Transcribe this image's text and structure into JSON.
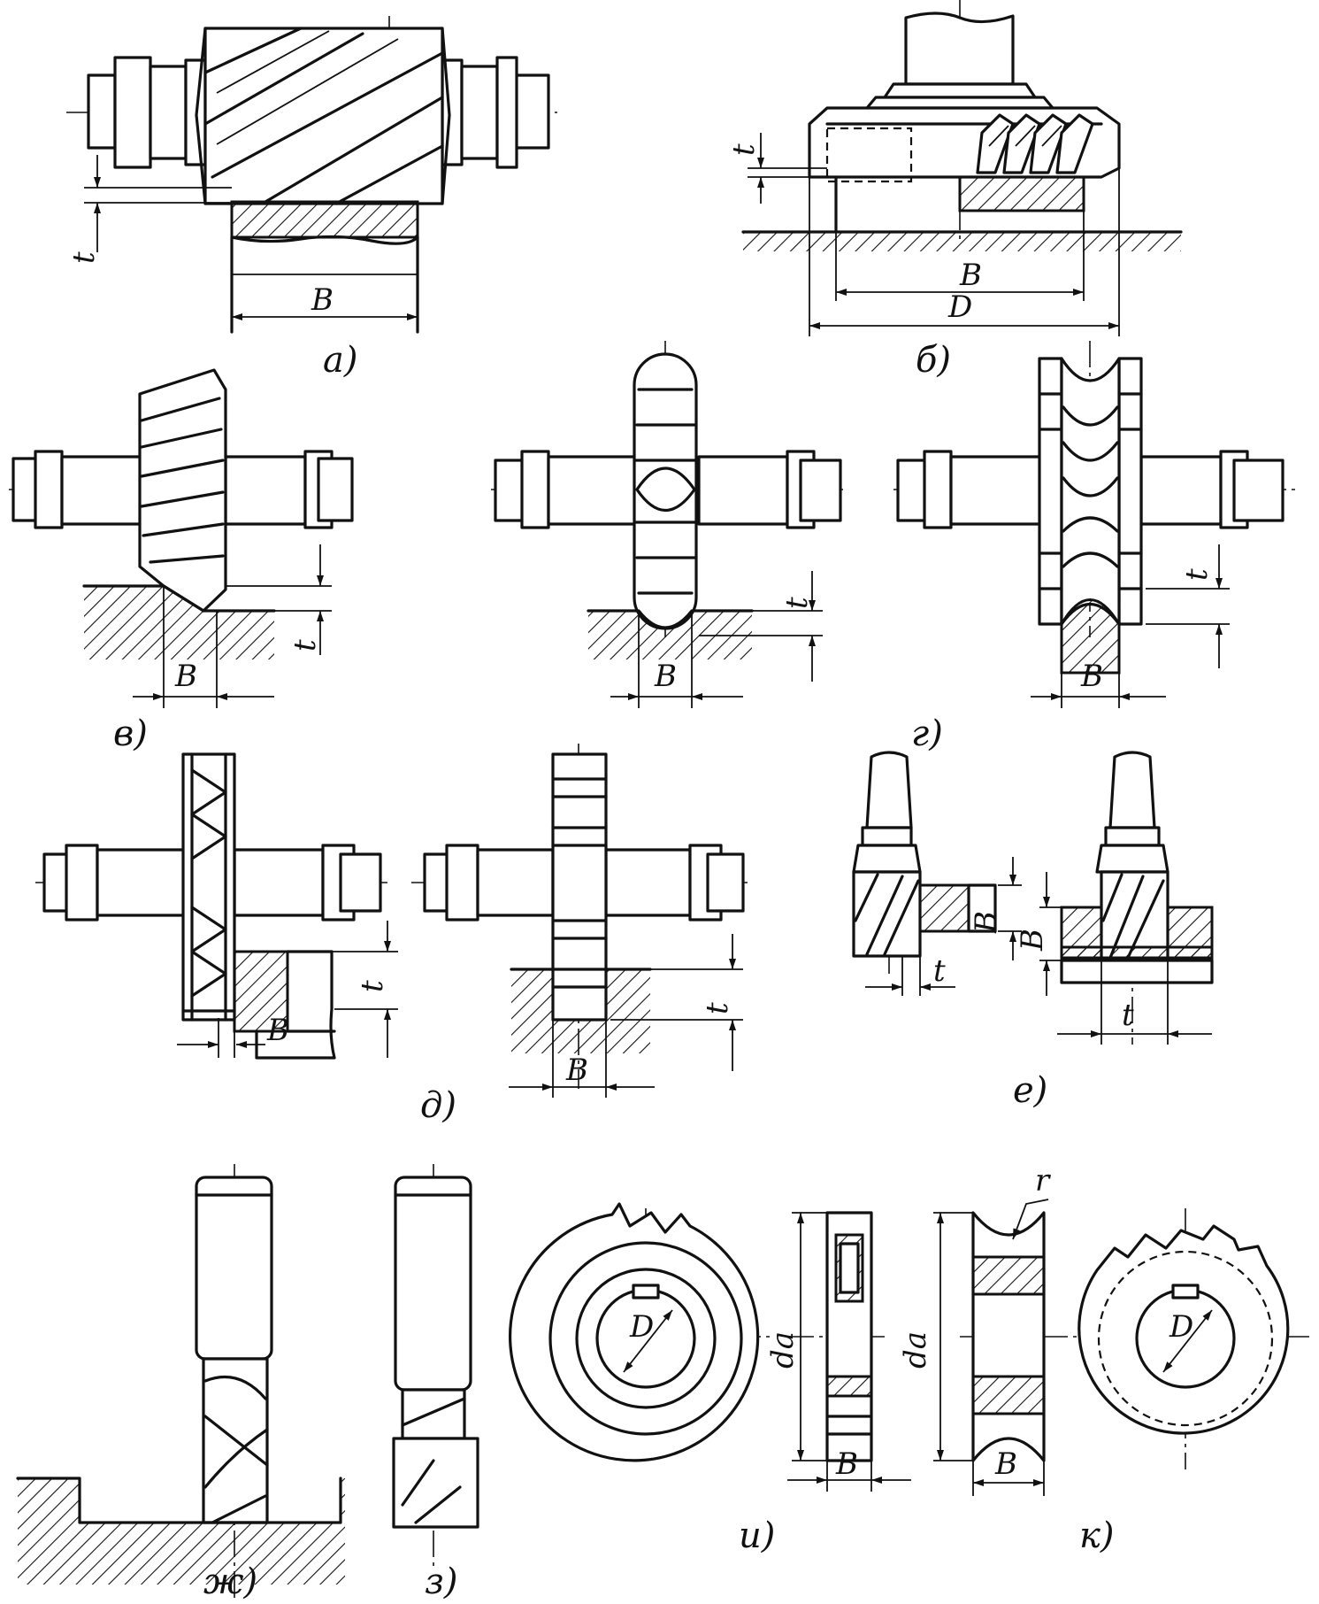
{
  "figures": {
    "a": {
      "caption": "а)",
      "dim_depth": "t",
      "dim_width": "B"
    },
    "b": {
      "caption": "б)",
      "dim_depth": "t",
      "dim_width": "B",
      "dim_diameter": "D"
    },
    "v": {
      "caption": "в)",
      "dim_depth": "t",
      "dim_width": "B"
    },
    "g": {
      "caption": "г)",
      "dim_depth_1": "t",
      "dim_width_1": "B",
      "dim_depth_2": "t",
      "dim_width_2": "B"
    },
    "d": {
      "caption": "д)",
      "dim_depth_1": "t",
      "dim_width_1": "B",
      "dim_depth_2": "t",
      "dim_width_2": "B"
    },
    "e": {
      "caption": "е)",
      "dim_width_1": "B",
      "dim_depth_1": "t",
      "dim_width_2": "B",
      "dim_depth_2": "t"
    },
    "zh": {
      "caption": "ж)"
    },
    "z": {
      "caption": "з)"
    },
    "i": {
      "caption": "и)",
      "dim_bore": "D",
      "dim_outer": "da",
      "dim_width": "B"
    },
    "k": {
      "caption": "к)",
      "dim_radius": "r",
      "dim_outer": "da",
      "dim_width": "B",
      "dim_bore": "D"
    }
  }
}
